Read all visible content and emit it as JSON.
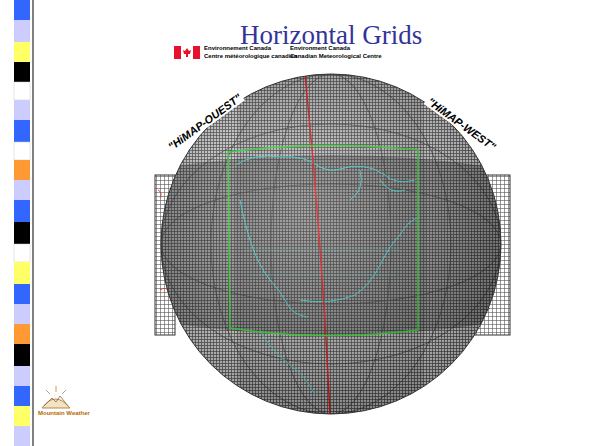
{
  "diagram": {
    "title": "Horizontal Grids",
    "labels": [
      "Environnement Canada",
      "Centre météorologique canadien",
      "Environment Canada",
      "Canadian Meteorological Centre",
      "\"HiMAP-OUEST\"",
      "\"HiMAP-WEST\"",
      "Mountain Weather"
    ]
  }
}
